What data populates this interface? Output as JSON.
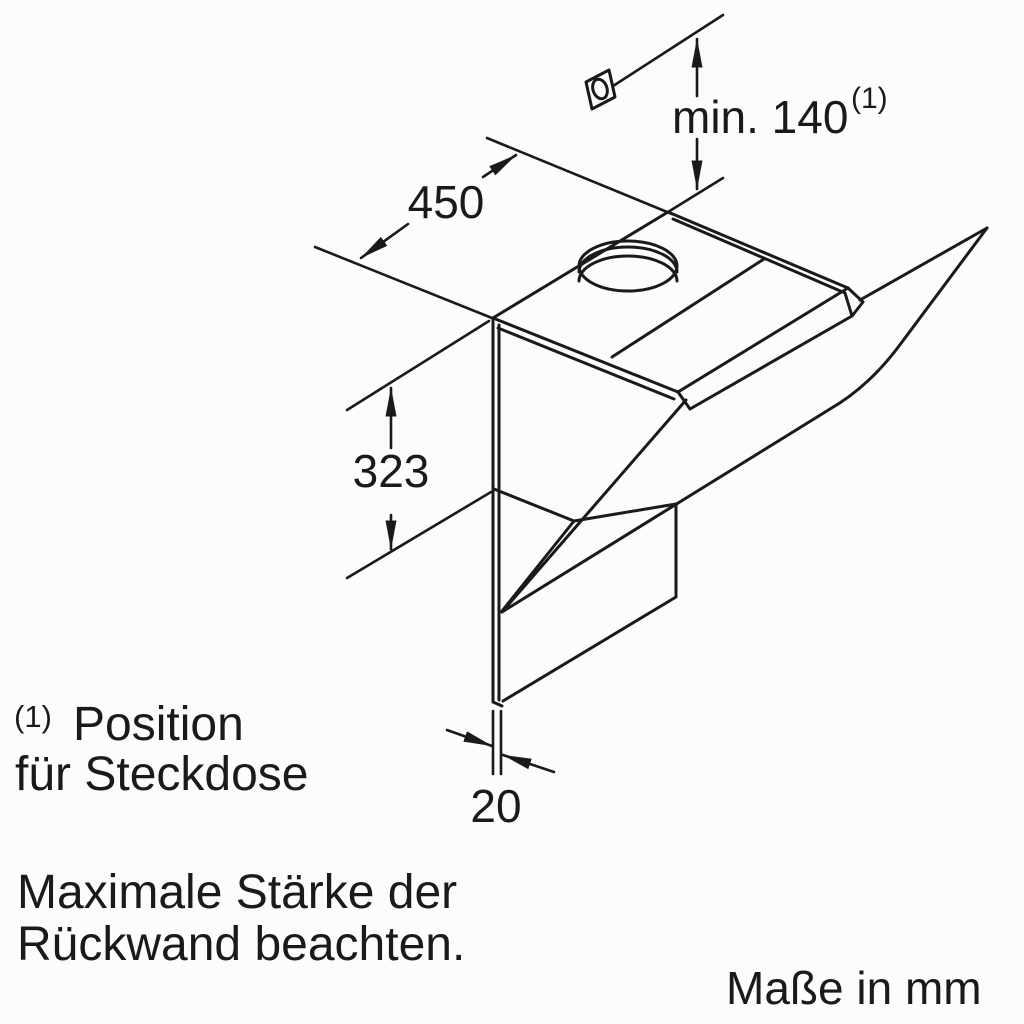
{
  "diagram": {
    "type": "technical-installation-drawing",
    "subject": "wall-mounted angled cooker hood with rear panel",
    "colors": {
      "line": "#1a1a1a",
      "background": "#fcfcfc"
    },
    "dimensions": {
      "socket_clearance": {
        "label": "min. 140",
        "superscript": "(1)"
      },
      "depth": {
        "label": "450"
      },
      "height": {
        "label": "323"
      },
      "rear_panel_thickness": {
        "label": "20"
      }
    },
    "icons": {
      "socket": "wall-socket-symbol"
    },
    "footnote": {
      "marker": "(1)",
      "line1": "Position",
      "line2": "für Steckdose"
    },
    "warning": {
      "line1": "Maximale Stärke der",
      "line2": "Rückwand beachten."
    },
    "units_note": "Maße in mm"
  }
}
